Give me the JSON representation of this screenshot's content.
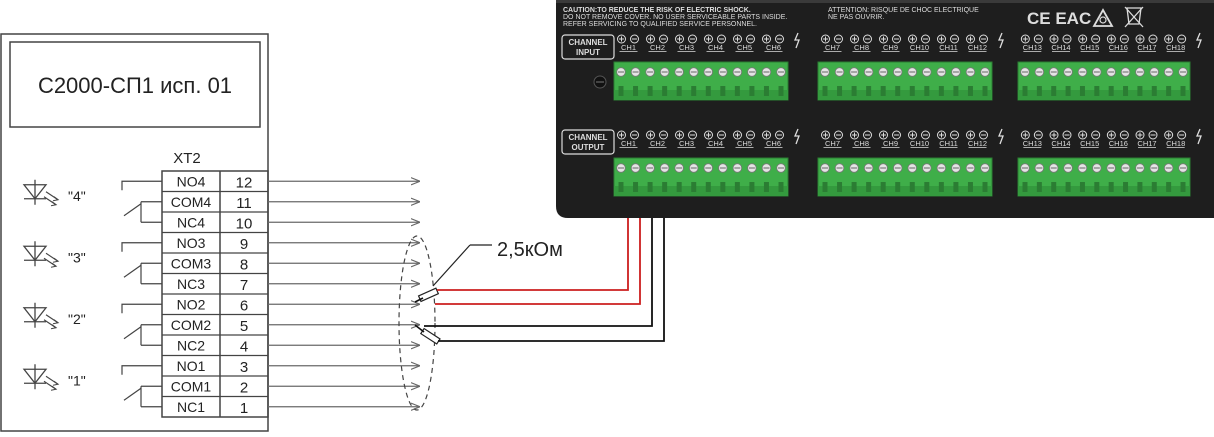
{
  "device": {
    "title": "С2000-СП1 исп. 01",
    "connector": "XT2",
    "terminals": [
      {
        "label": "NO4",
        "num": "12"
      },
      {
        "label": "COM4",
        "num": "11"
      },
      {
        "label": "NC4",
        "num": "10"
      },
      {
        "label": "NO3",
        "num": "9"
      },
      {
        "label": "COM3",
        "num": "8"
      },
      {
        "label": "NC3",
        "num": "7"
      },
      {
        "label": "NO2",
        "num": "6"
      },
      {
        "label": "COM2",
        "num": "5"
      },
      {
        "label": "NC2",
        "num": "4"
      },
      {
        "label": "NO1",
        "num": "3"
      },
      {
        "label": "COM1",
        "num": "2"
      },
      {
        "label": "NC1",
        "num": "1"
      }
    ],
    "relays": [
      "\"4\"",
      "\"3\"",
      "\"2\"",
      "\"1\""
    ]
  },
  "resistor_label": "2,5кОм",
  "panel": {
    "caution_lines": [
      "CAUTION:TO REDUCE THE RISK OF ELECTRIC SHOCK.",
      "DO NOT REMOVE COVER. NO USER SERVICEABLE PARTS INSIDE.",
      "REFER SERVICING TO QUALIFIED SERVICE PERSONNEL."
    ],
    "attention_lines": [
      "ATTENTION: RISQUE DE CHOC ELECTRIQUE",
      "NE PAS OUVRIR."
    ],
    "marks": "CE EAC",
    "input_label": [
      "CHANNEL",
      "INPUT"
    ],
    "output_label": [
      "CHANNEL",
      "OUTPUT"
    ],
    "channels": [
      "CH1",
      "CH2",
      "CH3",
      "CH4",
      "CH5",
      "CH6",
      "CH7",
      "CH8",
      "CH9",
      "CH10",
      "CH11",
      "CH12",
      "CH13",
      "CH14",
      "CH15",
      "CH16",
      "CH17",
      "CH18"
    ]
  },
  "colors": {
    "wire_red": "#cc1f1f",
    "wire_black": "#111111",
    "panel": "#1c1c1c",
    "terminal_green": "#3fae49",
    "line_gray": "#6a6a6a"
  }
}
